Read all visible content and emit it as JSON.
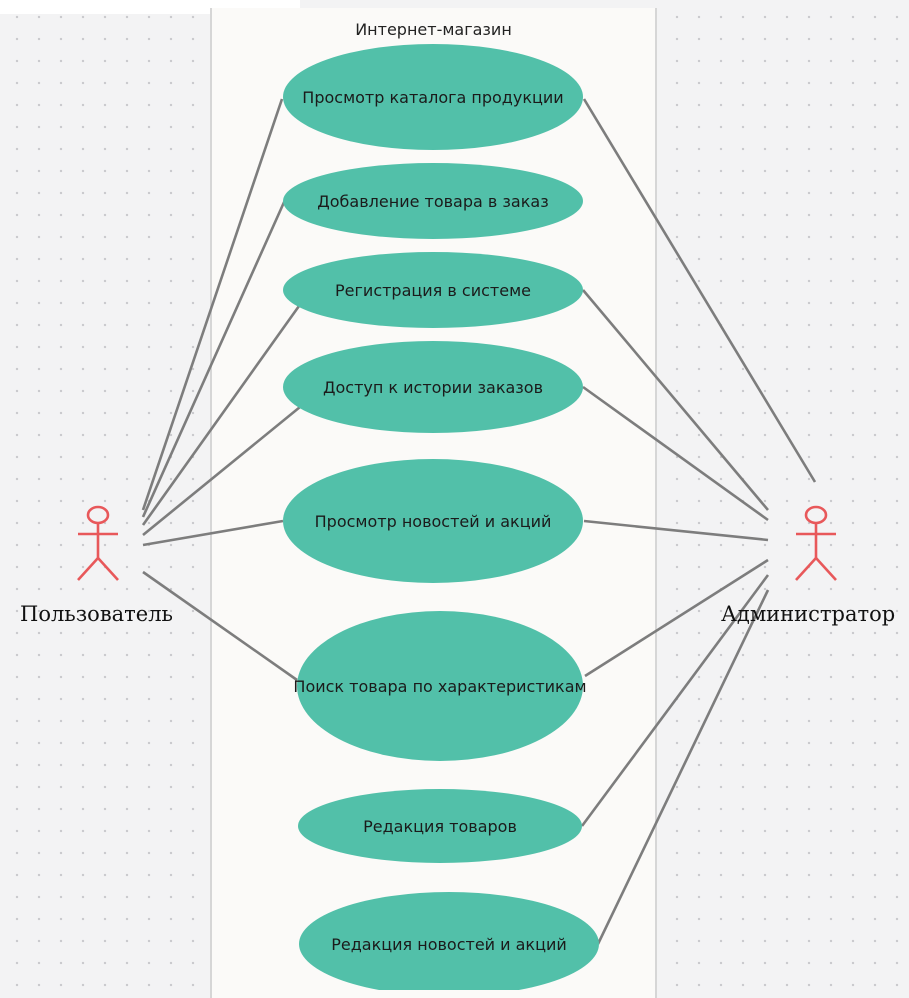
{
  "system": {
    "title": "Интернет-магазин"
  },
  "actors": [
    {
      "id": "user",
      "label": "Пользователь"
    },
    {
      "id": "admin",
      "label": "Администратор"
    }
  ],
  "use_cases": [
    {
      "label": "Просмотр каталога продукции"
    },
    {
      "label": "Добавление товара в заказ"
    },
    {
      "label": "Регистрация в системе"
    },
    {
      "label": "Доступ к истории заказов"
    },
    {
      "label": "Просмотр новостей и акций"
    },
    {
      "label": "Поиск товара по характеристикам"
    },
    {
      "label": "Редакция товаров"
    },
    {
      "label": "Редакция новостей и акций"
    }
  ],
  "associations": {
    "user": [
      0,
      1,
      2,
      3,
      4,
      5
    ],
    "admin": [
      0,
      2,
      3,
      4,
      5,
      6,
      7
    ]
  },
  "colors": {
    "use_case_fill": "#52c0a9",
    "actor_stroke": "#e8585a",
    "line": "#7d7d7d"
  }
}
